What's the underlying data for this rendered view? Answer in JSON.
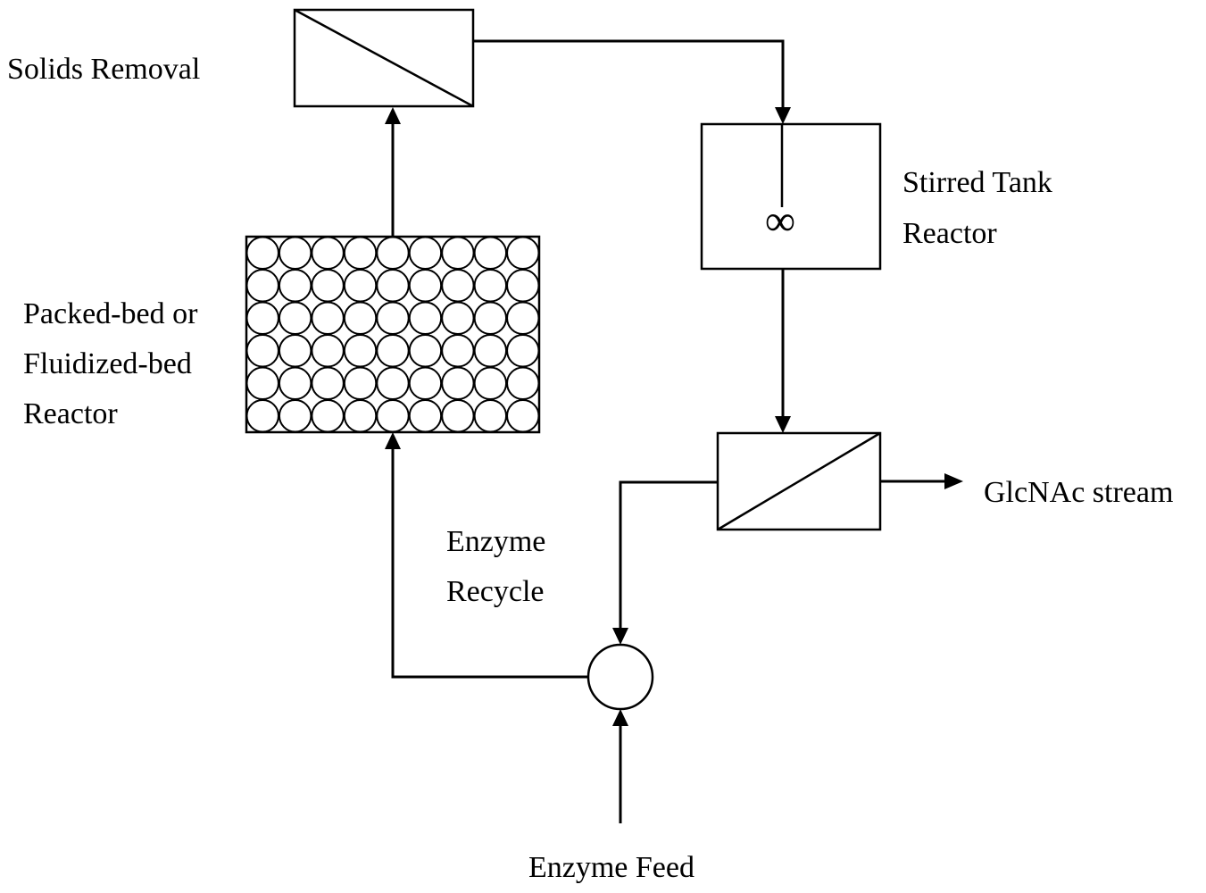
{
  "labels": {
    "solids_removal": "Solids Removal",
    "stirred_tank_line1": "Stirred Tank",
    "stirred_tank_line2": "Reactor",
    "packed_bed_line1": "Packed-bed or",
    "packed_bed_line2": "Fluidized-bed",
    "packed_bed_line3": "Reactor",
    "glcnac_stream": "GlcNAc stream",
    "enzyme_recycle_line1": "Enzyme",
    "enzyme_recycle_line2": "Recycle",
    "enzyme_feed": "Enzyme Feed"
  },
  "symbols": {
    "agitator": "∞"
  },
  "packed_bed": {
    "rows": 6,
    "columns": 9
  }
}
